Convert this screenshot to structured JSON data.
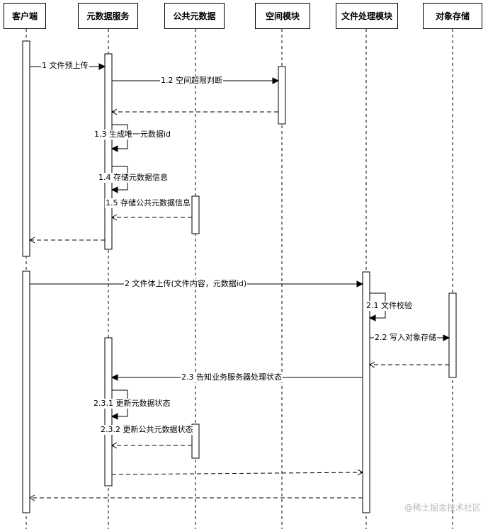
{
  "participants": [
    {
      "id": "client",
      "label": "客户端"
    },
    {
      "id": "meta",
      "label": "元数据服务"
    },
    {
      "id": "pubmeta",
      "label": "公共元数据"
    },
    {
      "id": "space",
      "label": "空间模块"
    },
    {
      "id": "file",
      "label": "文件处理模块"
    },
    {
      "id": "oss",
      "label": "对象存储"
    }
  ],
  "messages": [
    {
      "id": "m1",
      "label": "1 文件预上传"
    },
    {
      "id": "m1_2",
      "label": "1.2 空间超限判断"
    },
    {
      "id": "m1_2r",
      "label": ""
    },
    {
      "id": "m1_3",
      "label": "1.3 生成唯一元数据id"
    },
    {
      "id": "m1_4",
      "label": "1.4 存储元数据信息"
    },
    {
      "id": "m1_5",
      "label": "1.5 存储公共元数据信息"
    },
    {
      "id": "m1_5r",
      "label": ""
    },
    {
      "id": "m1r",
      "label": ""
    },
    {
      "id": "m2",
      "label": "2 文件体上传(文件内容，元数据id)"
    },
    {
      "id": "m2_1",
      "label": "2.1 文件校验"
    },
    {
      "id": "m2_2",
      "label": "2.2 写入对象存储"
    },
    {
      "id": "m2_2r",
      "label": ""
    },
    {
      "id": "m2_3",
      "label": "2.3 告知业务服务器处理状态"
    },
    {
      "id": "m2_3_1",
      "label": "2.3.1 更新元数据状态"
    },
    {
      "id": "m2_3_2",
      "label": "2.3.2 更新公共元数据状态"
    },
    {
      "id": "m2_3_2r",
      "label": ""
    },
    {
      "id": "m2_3r",
      "label": ""
    },
    {
      "id": "m2r",
      "label": ""
    }
  ],
  "watermark": "@稀土掘金技术社区"
}
